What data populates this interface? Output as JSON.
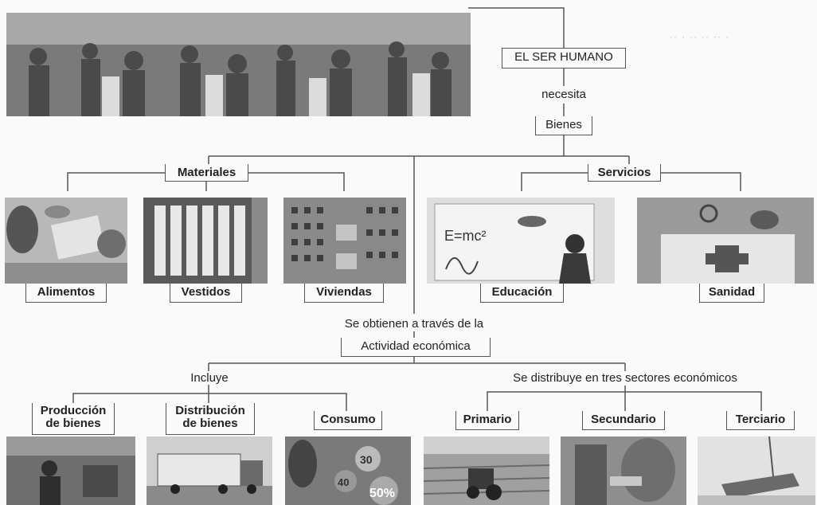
{
  "root": {
    "label": "EL SER HUMANO"
  },
  "link_needs": "necesita",
  "goods": {
    "label": "Bienes"
  },
  "materials": {
    "label": "Materiales",
    "children": [
      "Alimentos",
      "Vestidos",
      "Viviendas"
    ]
  },
  "services": {
    "label": "Servicios",
    "children": [
      "Educación",
      "Sanidad"
    ]
  },
  "link_obtained": "Se obtienen a través de la",
  "activity": {
    "label": "Actividad económica"
  },
  "includes": {
    "label": "Incluye",
    "children": [
      "Producción\nde bienes",
      "Distribución\nde bienes",
      "Consumo"
    ]
  },
  "sectors": {
    "label": "Se distribuye en tres sectores económicos",
    "children": [
      "Primario",
      "Secundario",
      "Terciario"
    ]
  },
  "photo_text": {
    "equation": "E=mc²",
    "price_tags": [
      "30",
      "40",
      "50%"
    ]
  },
  "colors": {
    "line": "#555555",
    "photo_gray": "#9a9a9a",
    "red_cross": "#b34a4a"
  }
}
